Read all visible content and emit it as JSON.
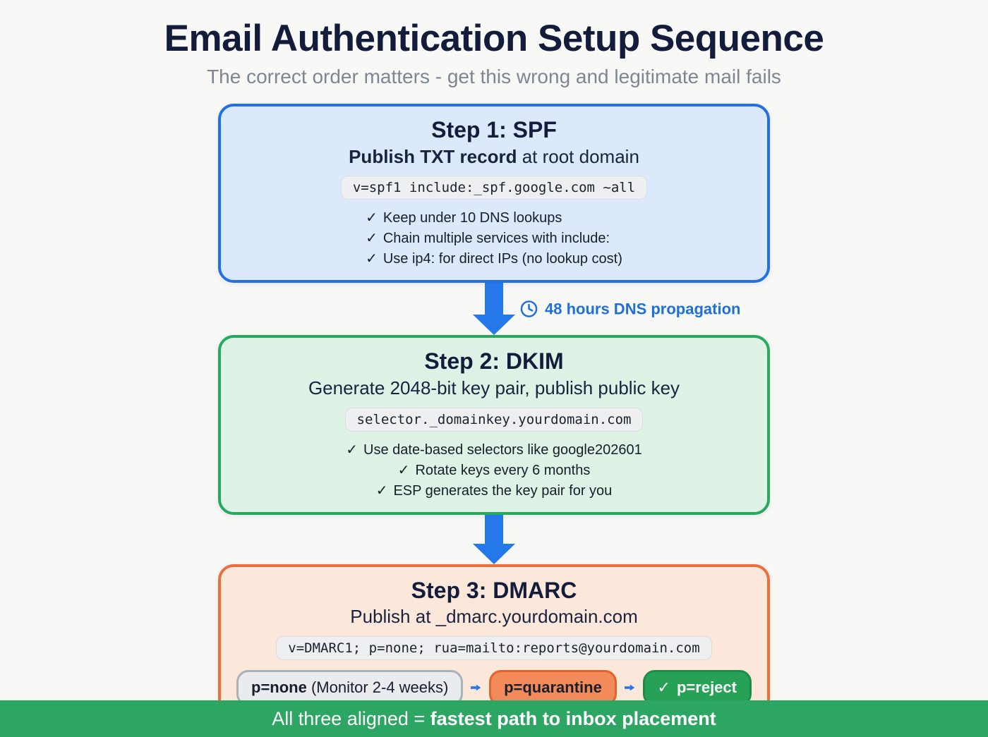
{
  "page": {
    "title": "Email Authentication Setup Sequence",
    "subtitle": "The correct order matters - get this wrong and legitimate mail fails"
  },
  "colors": {
    "title_navy": "#131c3b",
    "subtitle_gray": "#7e8694",
    "arrow_blue": "#2478ea",
    "step1_border": "#2170e8",
    "step1_bg": "#dbe9fb",
    "step2_border": "#27a95e",
    "step2_bg": "#def3e5",
    "step3_border": "#ea6f3c",
    "step3_bg": "#fce8db",
    "pill_gray_bg": "#e9ebee",
    "pill_orange_bg": "#f28a59",
    "pill_green_bg": "#27a155",
    "footer_green": "#2da563"
  },
  "icons": {
    "check": "✓",
    "clock": "clock-icon",
    "down_arrow": "down-arrow-icon",
    "right_arrow": "right-arrow-icon"
  },
  "steps": [
    {
      "heading": "Step 1: SPF",
      "sub_bold": "Publish TXT record",
      "sub_rest": " at root domain",
      "code": "v=spf1 include:_spf.google.com ~all",
      "checklist": [
        "Keep under 10 DNS lookups",
        "Chain multiple services with include:",
        "Use ip4: for direct IPs (no lookup cost)"
      ]
    },
    {
      "heading": "Step 2: DKIM",
      "sub": "Generate 2048-bit key pair, publish public key",
      "code": "selector._domainkey.yourdomain.com",
      "checklist": [
        "Use date-based selectors like google202601",
        "Rotate keys every 6 months",
        "ESP generates the key pair for you"
      ]
    },
    {
      "heading": "Step 3: DMARC",
      "sub": "Publish at _dmarc.yourdomain.com",
      "code": "v=DMARC1; p=none; rua=mailto:reports@yourdomain.com",
      "pills": [
        {
          "bold": "p=none",
          "rest": " (Monitor 2-4 weeks)"
        },
        {
          "bold": "p=quarantine"
        },
        {
          "check": "✓",
          "bold": "p=reject"
        }
      ]
    }
  ],
  "connectors": [
    {
      "label": "48 hours DNS propagation"
    },
    {
      "label": ""
    }
  ],
  "footer": {
    "text_regular": "All three aligned = ",
    "text_bold": "fastest path to inbox placement"
  }
}
